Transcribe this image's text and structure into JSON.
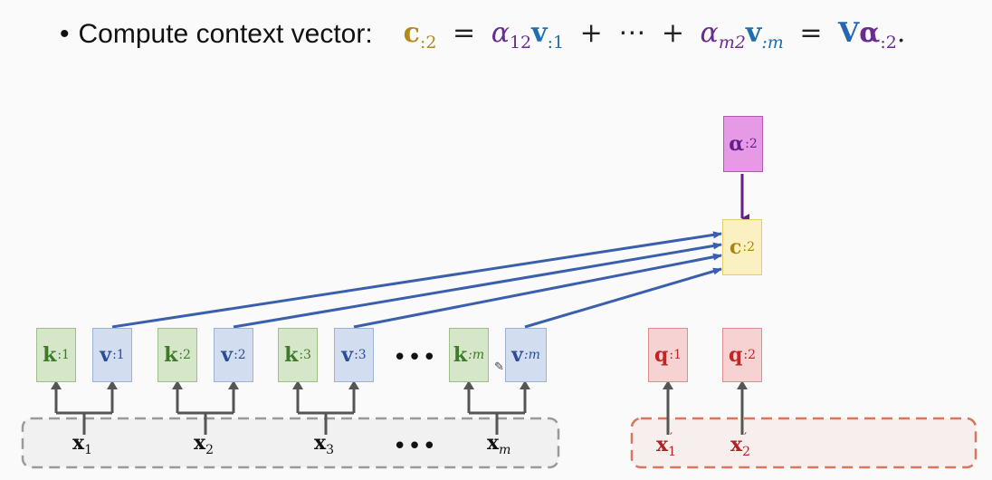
{
  "bullet": {
    "marker": "•",
    "text": "Compute context vector:"
  },
  "formula": {
    "lhs": "c",
    "lhs_sub": ":2",
    "eq1": "=",
    "alpha1": "α",
    "alpha1_sub": "12",
    "v1": "v",
    "v1_sub": ":1",
    "plus1": "+",
    "ellipsis": "⋯",
    "plus2": "+",
    "alpham": "α",
    "alpham_sub": "m2",
    "vm": "v",
    "vm_sub": ":m",
    "eq2": "=",
    "V": "V",
    "alpha_vec": "α",
    "alpha_vec_sub": ":2",
    "period": "."
  },
  "keys": [
    {
      "sym": "k",
      "sub": ":1"
    },
    {
      "sym": "k",
      "sub": ":2"
    },
    {
      "sym": "k",
      "sub": ":3"
    },
    {
      "sym": "k",
      "sub": ":m",
      "italic": true
    }
  ],
  "values": [
    {
      "sym": "v",
      "sub": ":1"
    },
    {
      "sym": "v",
      "sub": ":2"
    },
    {
      "sym": "v",
      "sub": ":3"
    },
    {
      "sym": "v",
      "sub": ":m",
      "italic": true
    }
  ],
  "queries": [
    {
      "sym": "q",
      "sub": ":1"
    },
    {
      "sym": "q",
      "sub": ":2"
    }
  ],
  "inputs": [
    {
      "sym": "x",
      "sub": "1"
    },
    {
      "sym": "x",
      "sub": "2"
    },
    {
      "sym": "x",
      "sub": "3"
    },
    {
      "sym": "x",
      "sub": "m",
      "italic": true
    }
  ],
  "decoder_inputs": [
    {
      "sym": "x",
      "sub": "1",
      "prime": "′"
    },
    {
      "sym": "x",
      "sub": "2",
      "prime": "′"
    }
  ],
  "context": {
    "sym": "c",
    "sub": ":2"
  },
  "alpha": {
    "sym": "α",
    "sub": ":2"
  },
  "dots_row": "•••",
  "dots_inputs": "•••",
  "colors": {
    "key": "#3f7a2a",
    "value": "#2b4d96",
    "query": "#c42424",
    "context": "#a8850f",
    "alpha": "#63208a",
    "arrow_blue": "#3a5fad",
    "arrow_gray": "#555555",
    "encoder_border": "#9a9a9a",
    "decoder_border": "#d8775e"
  }
}
